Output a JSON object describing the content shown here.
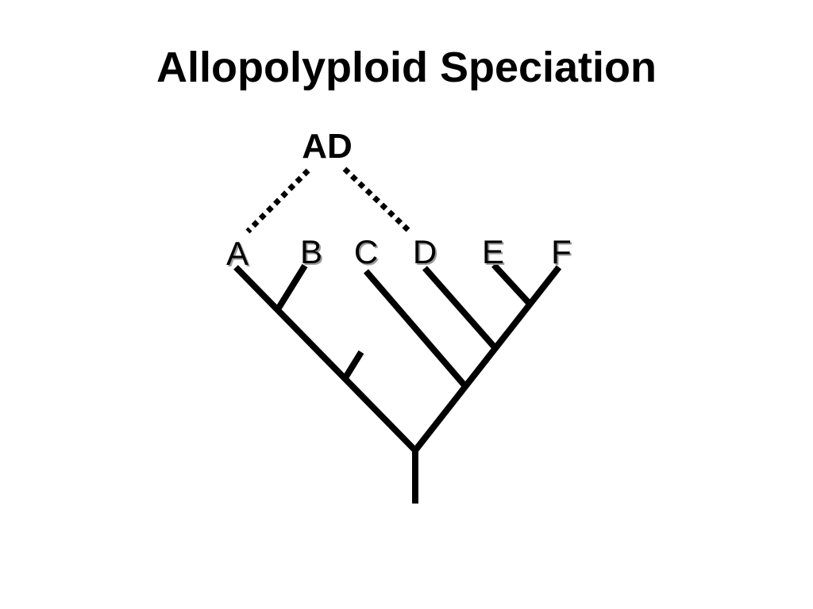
{
  "title": "Allopolyploid Speciation",
  "hybrid": {
    "label": "AD",
    "parents": [
      "A",
      "D"
    ]
  },
  "taxa": [
    "A",
    "B",
    "C",
    "D",
    "E",
    "F"
  ],
  "colors": {
    "background": "#ffffff",
    "ink": "#000000",
    "label_shadow": "#9a9a9a"
  }
}
